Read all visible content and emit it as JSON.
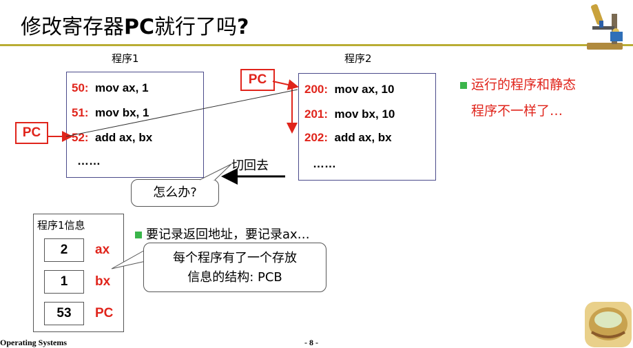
{
  "slide": {
    "title_main": "修改寄存器",
    "title_bold": "PC",
    "title_rest": "就行了吗",
    "title_q": "?"
  },
  "program1": {
    "label": "程序1",
    "lines": [
      {
        "addr": "50:",
        "code": "mov ax, 1"
      },
      {
        "addr": "51:",
        "code": "mov bx, 1"
      },
      {
        "addr": "52:",
        "code": "add ax, bx"
      }
    ],
    "ellipsis": "……"
  },
  "program2": {
    "label": "程序2",
    "lines": [
      {
        "addr": "200:",
        "code": "mov ax, 10"
      },
      {
        "addr": "201:",
        "code": "mov bx, 10"
      },
      {
        "addr": "202:",
        "code": "add ax, bx"
      }
    ],
    "ellipsis": "……"
  },
  "pc_left": "PC",
  "pc_top": "PC",
  "switch_back": "切回去",
  "question": "怎么办?",
  "right_note": {
    "line1": "运行的程序和静态",
    "line2": "程序不一样了…"
  },
  "info_panel": {
    "title": "程序1信息",
    "registers": [
      {
        "value": "2",
        "name": "ax"
      },
      {
        "value": "1",
        "name": "bx"
      },
      {
        "value": "53",
        "name": "PC"
      }
    ]
  },
  "bullet2": "要记录返回地址，要记录ax…",
  "callout": {
    "line1": "每个程序有了一个存放",
    "line2": "信息的结构: PCB"
  },
  "footer": {
    "left": "Operating Systems",
    "page": "- 8 -"
  },
  "colors": {
    "accent_red": "#e0241b",
    "bullet_green": "#3ab54a",
    "rule": "#b9ad34"
  },
  "icons": [
    "microscope-icon",
    "book-cover-icon"
  ]
}
